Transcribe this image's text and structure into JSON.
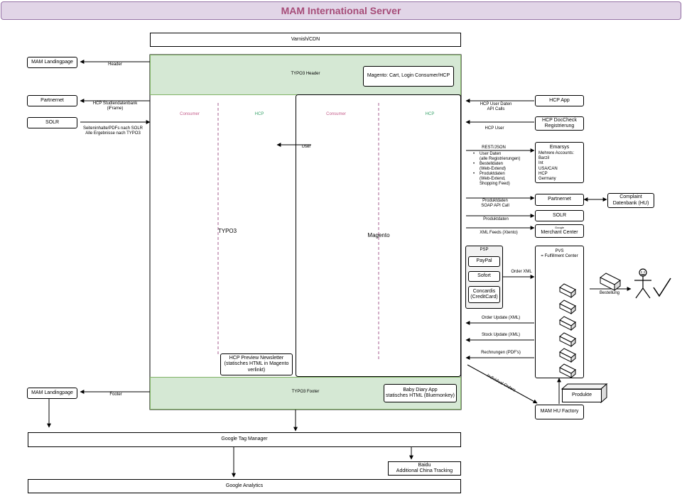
{
  "title": "MAM International Server",
  "colors": {
    "title_bg": "#e1d5e7",
    "title_border": "#9673a6",
    "title_text": "#a64d79",
    "typo3_band": "#d5e8d4",
    "typo3_border": "#82b366",
    "consumer_text": "#c45c8a",
    "hcp_text": "#3aa36b",
    "dashed_divider": "#a65c8f"
  },
  "nodes": {
    "varnish": "Varnish/CDN",
    "typo3_header": "TYPO3 Header",
    "magento_cart": "Magento: Cart, Login Consumer/HCP",
    "typo3": "TYPO3",
    "typo3_consumer": "Consumer",
    "typo3_hcp": "HCP",
    "magento": "Magento",
    "magento_consumer": "Consumer",
    "magento_hcp": "HCP",
    "hcp_preview": "HCP Preview Newsletter\n(statisches HTML in Magento verlinkt)",
    "typo3_footer": "TYPO3 Footer",
    "baby_diary": "Baby Diary App\nstatisches HTML (Bluemonkey)",
    "mam_landing_top": "MAM Landingpage",
    "partnernet_left": "Partnernet",
    "solr_left": "SOLR",
    "mam_landing_bottom": "MAM Landingpage",
    "hcp_app": "HCP App",
    "hcp_doccheck": "HCP DocCheck\nRegistrierung",
    "emarsys_title": "Emarsys",
    "emarsys_body": "Mehrere Accounts:\nBarzil\nInt\nUSA/CAN\nHCP\nGermany",
    "partnernet_right": "Partnernet",
    "complaint": "Complaint\nDatenbank (HU)",
    "solr_right": "SOLR",
    "google_mc_small": "Google",
    "google_mc": "Merchant Center",
    "psp": "PSP",
    "paypal": "PayPal",
    "sofort": "Sofort",
    "concardis": "Concardis\n(CreditCard)",
    "pvs": "PVS\n= Fulfillment Center",
    "mam_hu": "MAM HU Factory",
    "produkte": "Produkte",
    "gtm": "Google Tag Manager",
    "baidu": "Baidu\nAdditional China Tracking",
    "analytics": "Google Analytics"
  },
  "edges": {
    "header": "Header",
    "hcp_studien": "HCP Studiendatenbank\n(iFrame)",
    "solr_content": "Seiteninhalte/PDFs nach SOLR\nAlle Ergebnisse nach TYPO3",
    "user": "User",
    "footer": "Footer",
    "hcp_user_daten": "HCP User Daten\nAPI Calls",
    "hcp_user": "HCP User",
    "rest_json": "REST/JSON",
    "rest_items": [
      "User Daten\n(alle Registrierungen)",
      "Bestelldaten\n(Web-Extend)",
      "Produktdaten\n(Web-Extend,\nShopping Feed)"
    ],
    "produktdaten_soap": "Produktdaten\nSOAP API Call",
    "produktdaten": "Produktdaten",
    "xml_feeds": "XML Feeds (Xtento)",
    "order_xml": "Order XML",
    "order_update": "Order Update (XML)",
    "stock_update": "Stock Update (XML)",
    "rechnungen": "Rechnungen (PDF's)",
    "individual_orders": "Individual Orders",
    "bestellung": "Bestellung"
  }
}
